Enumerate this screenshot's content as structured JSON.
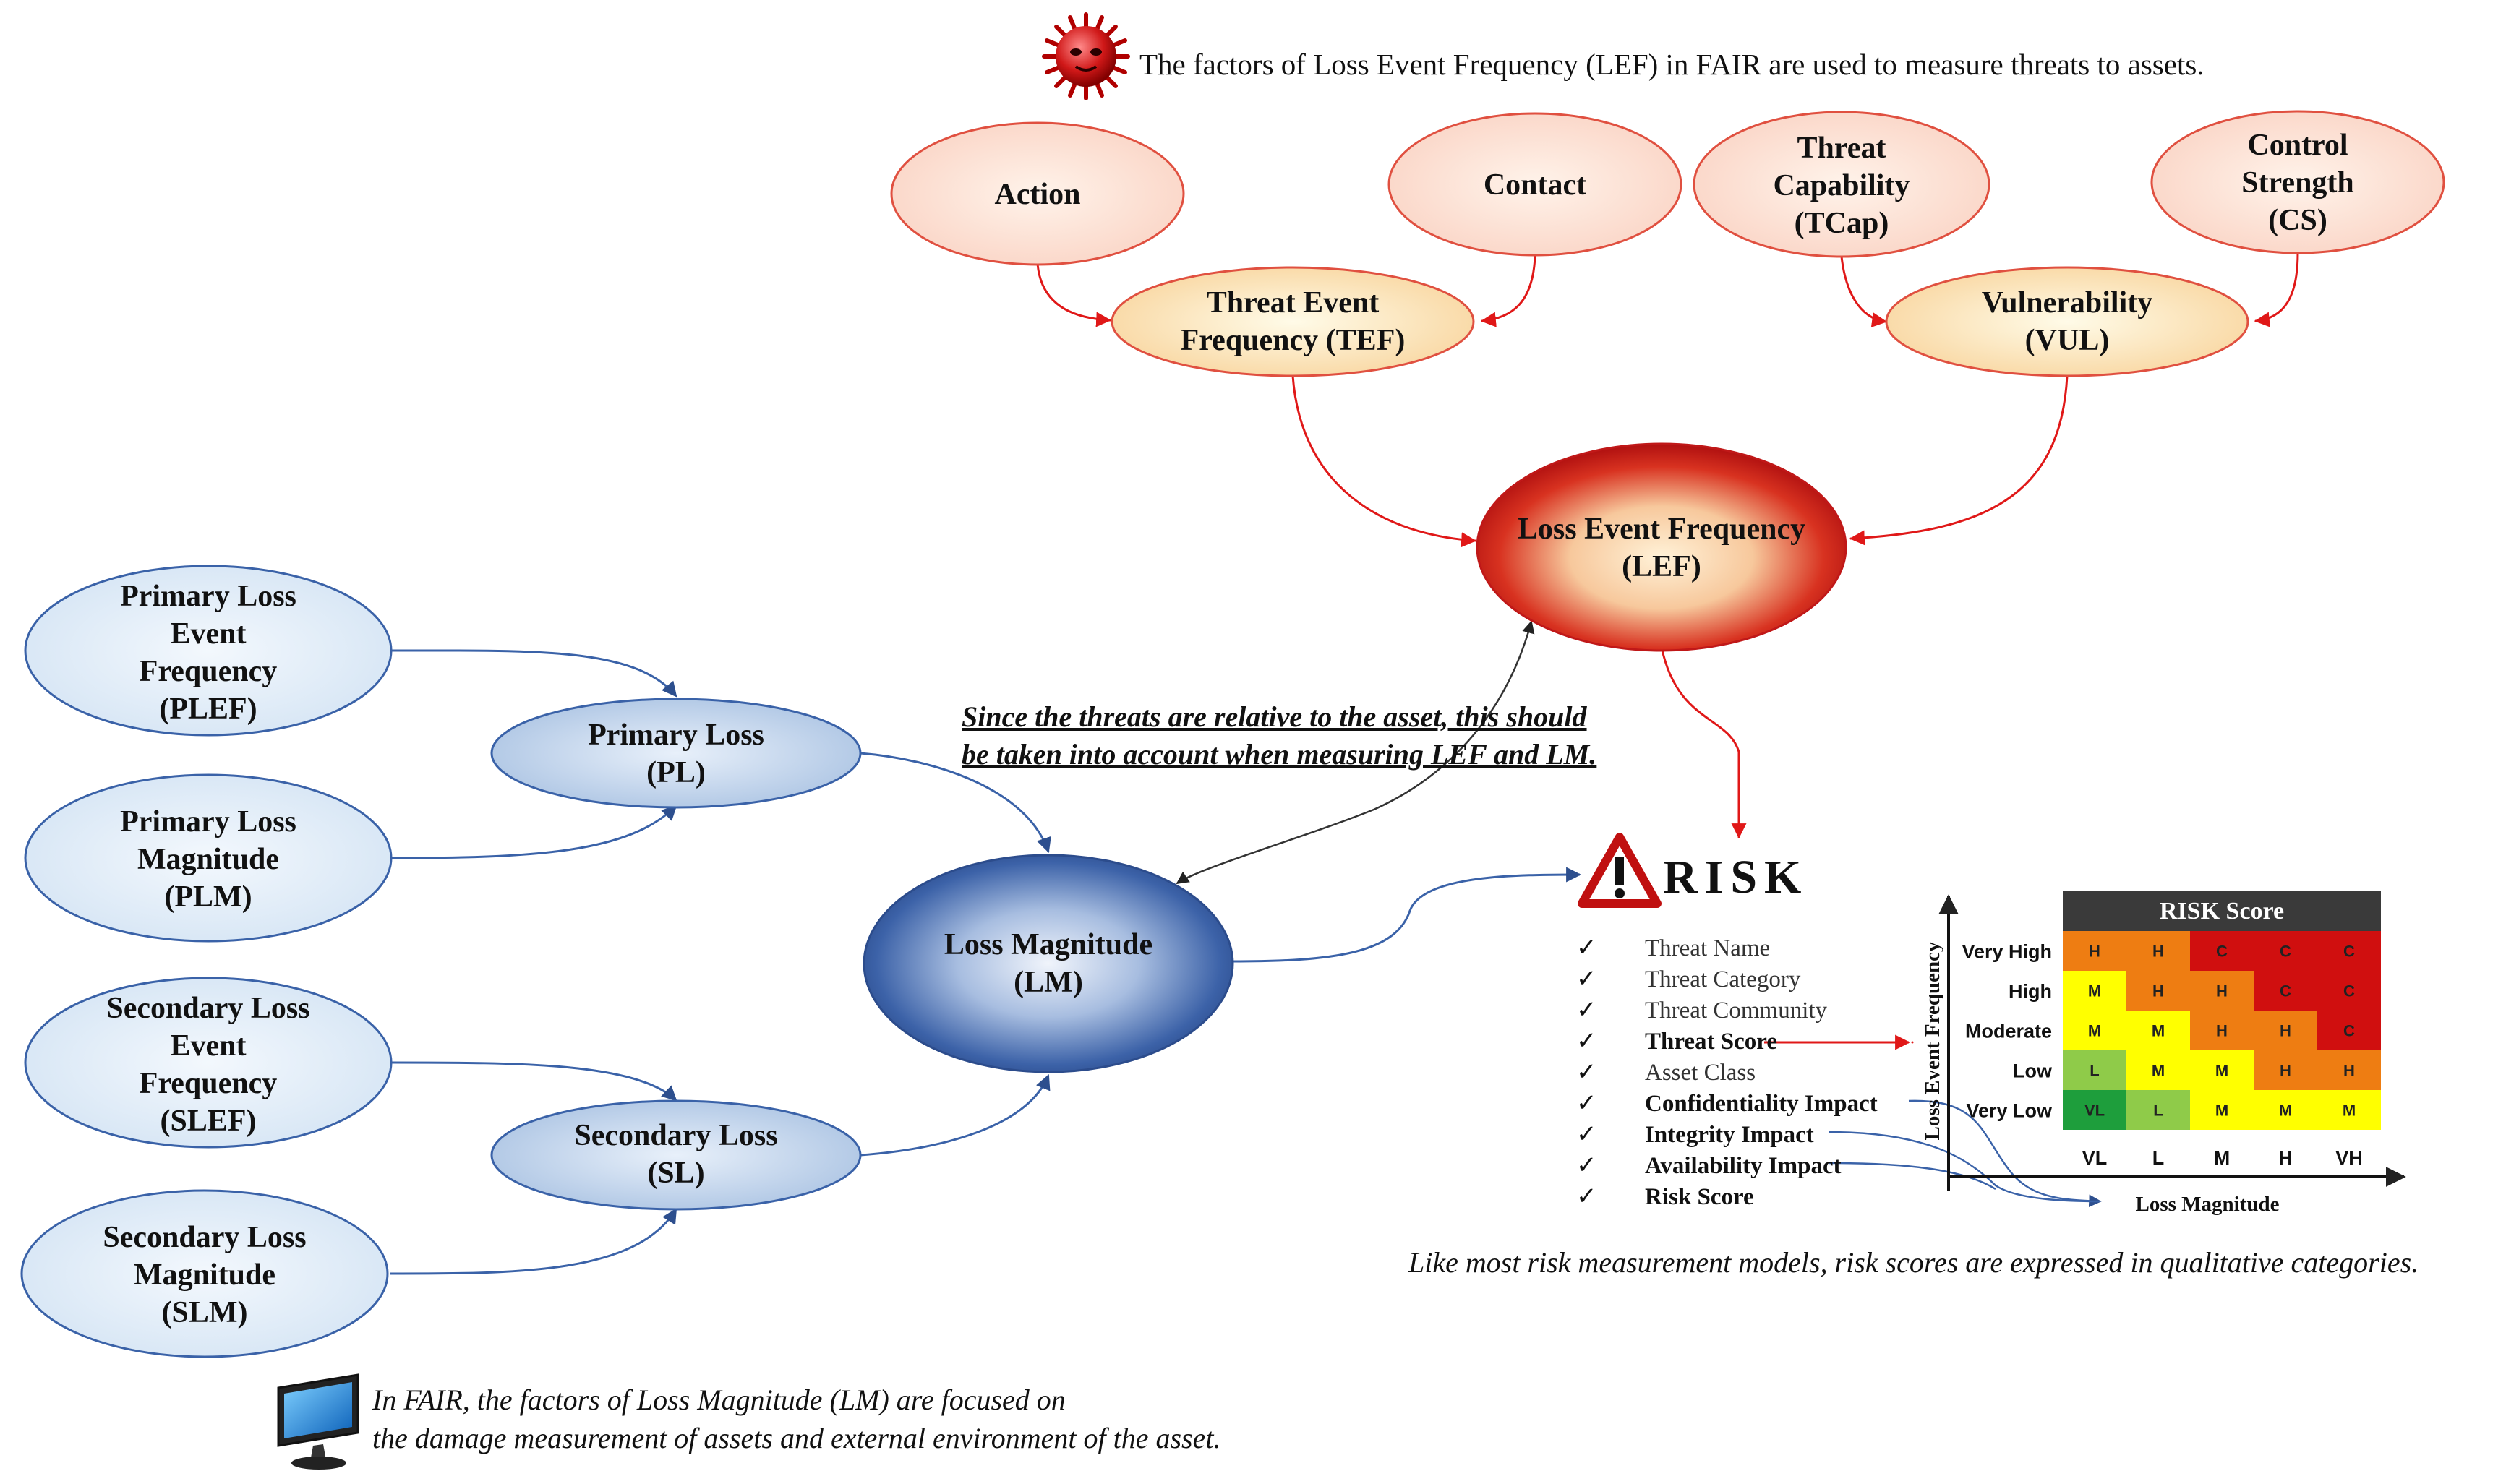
{
  "top_caption": "The factors of Loss Event Frequency (LEF) in FAIR are used to measure threats to assets.",
  "lef_factors": {
    "action": [
      "Action"
    ],
    "contact": [
      "Contact"
    ],
    "threat_capability": [
      "Threat",
      "Capability",
      "(TCap)"
    ],
    "control_strength": [
      "Control",
      "Strength",
      "(CS)"
    ],
    "tef": [
      "Threat Event",
      "Frequency (TEF)"
    ],
    "vul": [
      "Vulnerability",
      "(VUL)"
    ],
    "lef": [
      "Loss Event Frequency",
      "(LEF)"
    ]
  },
  "lm_factors": {
    "plef": [
      "Primary Loss",
      "Event",
      "Frequency",
      "(PLEF)"
    ],
    "plm": [
      "Primary Loss",
      "Magnitude",
      "(PLM)"
    ],
    "slef": [
      "Secondary Loss",
      "Event",
      "Frequency",
      "(SLEF)"
    ],
    "slm": [
      "Secondary Loss",
      "Magnitude",
      "(SLM)"
    ],
    "pl": [
      "Primary Loss",
      "(PL)"
    ],
    "sl": [
      "Secondary Loss",
      "(SL)"
    ],
    "lm": [
      "Loss Magnitude",
      "(LM)"
    ]
  },
  "middle_note": [
    "Since the threats are relative to the asset, this should",
    "be taken into account when measuring LEF and LM."
  ],
  "risk": {
    "title": "RISK",
    "checklist": [
      {
        "label": "Threat Name",
        "bold": false
      },
      {
        "label": "Threat Category",
        "bold": false
      },
      {
        "label": "Threat Community",
        "bold": false
      },
      {
        "label": "Threat Score",
        "bold": true
      },
      {
        "label": "Asset Class",
        "bold": false
      },
      {
        "label": "Confidentiality Impact",
        "bold": true
      },
      {
        "label": "Integrity Impact",
        "bold": true
      },
      {
        "label": "Availability Impact",
        "bold": true
      },
      {
        "label": "Risk Score",
        "bold": true
      }
    ],
    "check_mark": "✓"
  },
  "matrix": {
    "title": "RISK Score",
    "y_axis_label": "Loss Event Frequency",
    "x_axis_label": "Loss Magnitude",
    "rows": [
      "Very High",
      "High",
      "Moderate",
      "Low",
      "Very Low"
    ],
    "cols": [
      "VL",
      "L",
      "M",
      "H",
      "VH"
    ],
    "cells": [
      [
        "H",
        "H",
        "C",
        "C",
        "C"
      ],
      [
        "M",
        "H",
        "H",
        "C",
        "C"
      ],
      [
        "M",
        "M",
        "H",
        "H",
        "C"
      ],
      [
        "L",
        "M",
        "M",
        "H",
        "H"
      ],
      [
        "VL",
        "L",
        "M",
        "M",
        "M"
      ]
    ],
    "colors": {
      "VL": "#1e9e3c",
      "L": "#8fcb49",
      "M": "#ffff00",
      "H": "#ee7d12",
      "C": "#d00f0f"
    }
  },
  "bottom_right_caption": "Like most risk measurement models, risk scores are expressed in qualitative categories.",
  "bottom_left_caption": [
    "In FAIR, the factors of Loss Magnitude (LM) are focused on",
    "the damage measurement of assets and external environment of the asset."
  ],
  "colors": {
    "lef_family_stroke": "#e05040",
    "lef_arrow": "#e01818",
    "lm_family_stroke": "#3a5fa0",
    "lm_arrow": "#2d4f8e"
  },
  "icons": {
    "virus": "virus-icon",
    "warning": "warning-icon",
    "monitor": "monitor-icon"
  }
}
